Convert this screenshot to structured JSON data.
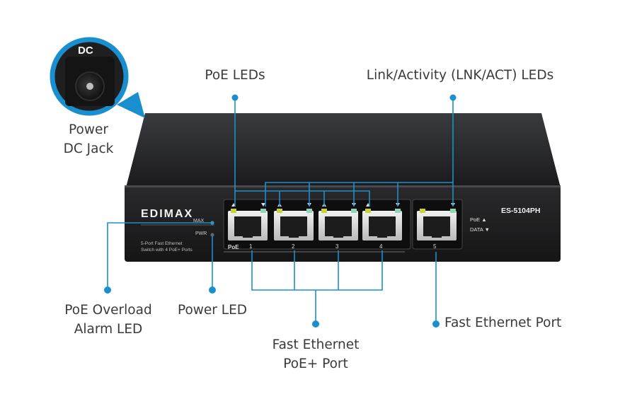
{
  "callouts": {
    "dc_inset": "DC",
    "power_jack": [
      "Power",
      "DC Jack"
    ],
    "poe_leds": "PoE LEDs",
    "link_leds": "Link/Activity (LNK/ACT) LEDs",
    "poe_overload": [
      "PoE Overload",
      "Alarm LED"
    ],
    "power_led": "Power LED",
    "fast_ethernet_poe": [
      "Fast Ethernet",
      "PoE+ Port"
    ],
    "fast_ethernet": "Fast Ethernet Port"
  },
  "device": {
    "brand": "EDIMAX",
    "model": "ES-5104PH",
    "max_label": "MAX",
    "pwr_label": "PWR",
    "desc": [
      "5-Port Fast Ethernet",
      "Switch with 4 PoE+ Ports"
    ],
    "poe_group_label": "PoE",
    "port_numbers": [
      "1",
      "2",
      "3",
      "4",
      "5"
    ],
    "legend_poe": "PoE ▲",
    "legend_data": "DATA ▼"
  },
  "colors": {
    "callout_line": "#1a8fd0",
    "callout_dot": "#1a8fd0",
    "chassis": "#1d1d1f",
    "poe_led": "#b7c93a",
    "link_led": "#8fd6b8"
  }
}
